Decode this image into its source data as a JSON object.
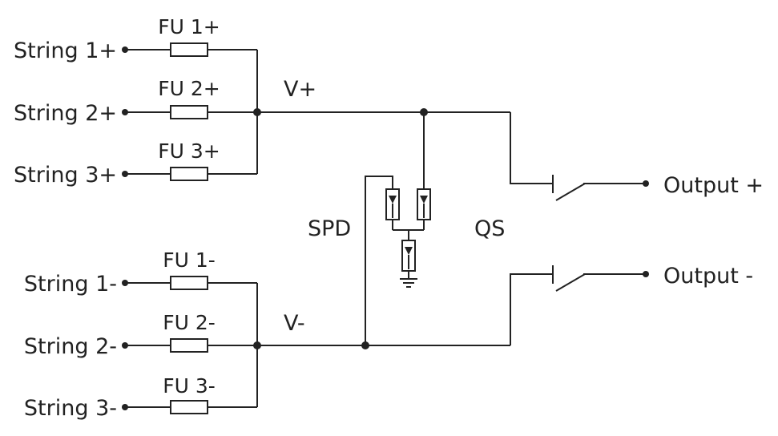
{
  "inputs_positive": [
    {
      "label": "String 1+",
      "fuse": "FU 1+"
    },
    {
      "label": "String 2+",
      "fuse": "FU 2+"
    },
    {
      "label": "String 3+",
      "fuse": "FU 3+"
    }
  ],
  "inputs_negative": [
    {
      "label": "String 1-",
      "fuse": "FU 1-"
    },
    {
      "label": "String 2-",
      "fuse": "FU 2-"
    },
    {
      "label": "String 3-",
      "fuse": "FU 3-"
    }
  ],
  "bus": {
    "positive": "V+",
    "negative": "V-"
  },
  "spd_label": "SPD",
  "switch_label": "QS",
  "outputs": {
    "positive": "Output +",
    "negative": "Output -"
  },
  "colors": {
    "line": "#222222",
    "background": "#ffffff"
  }
}
